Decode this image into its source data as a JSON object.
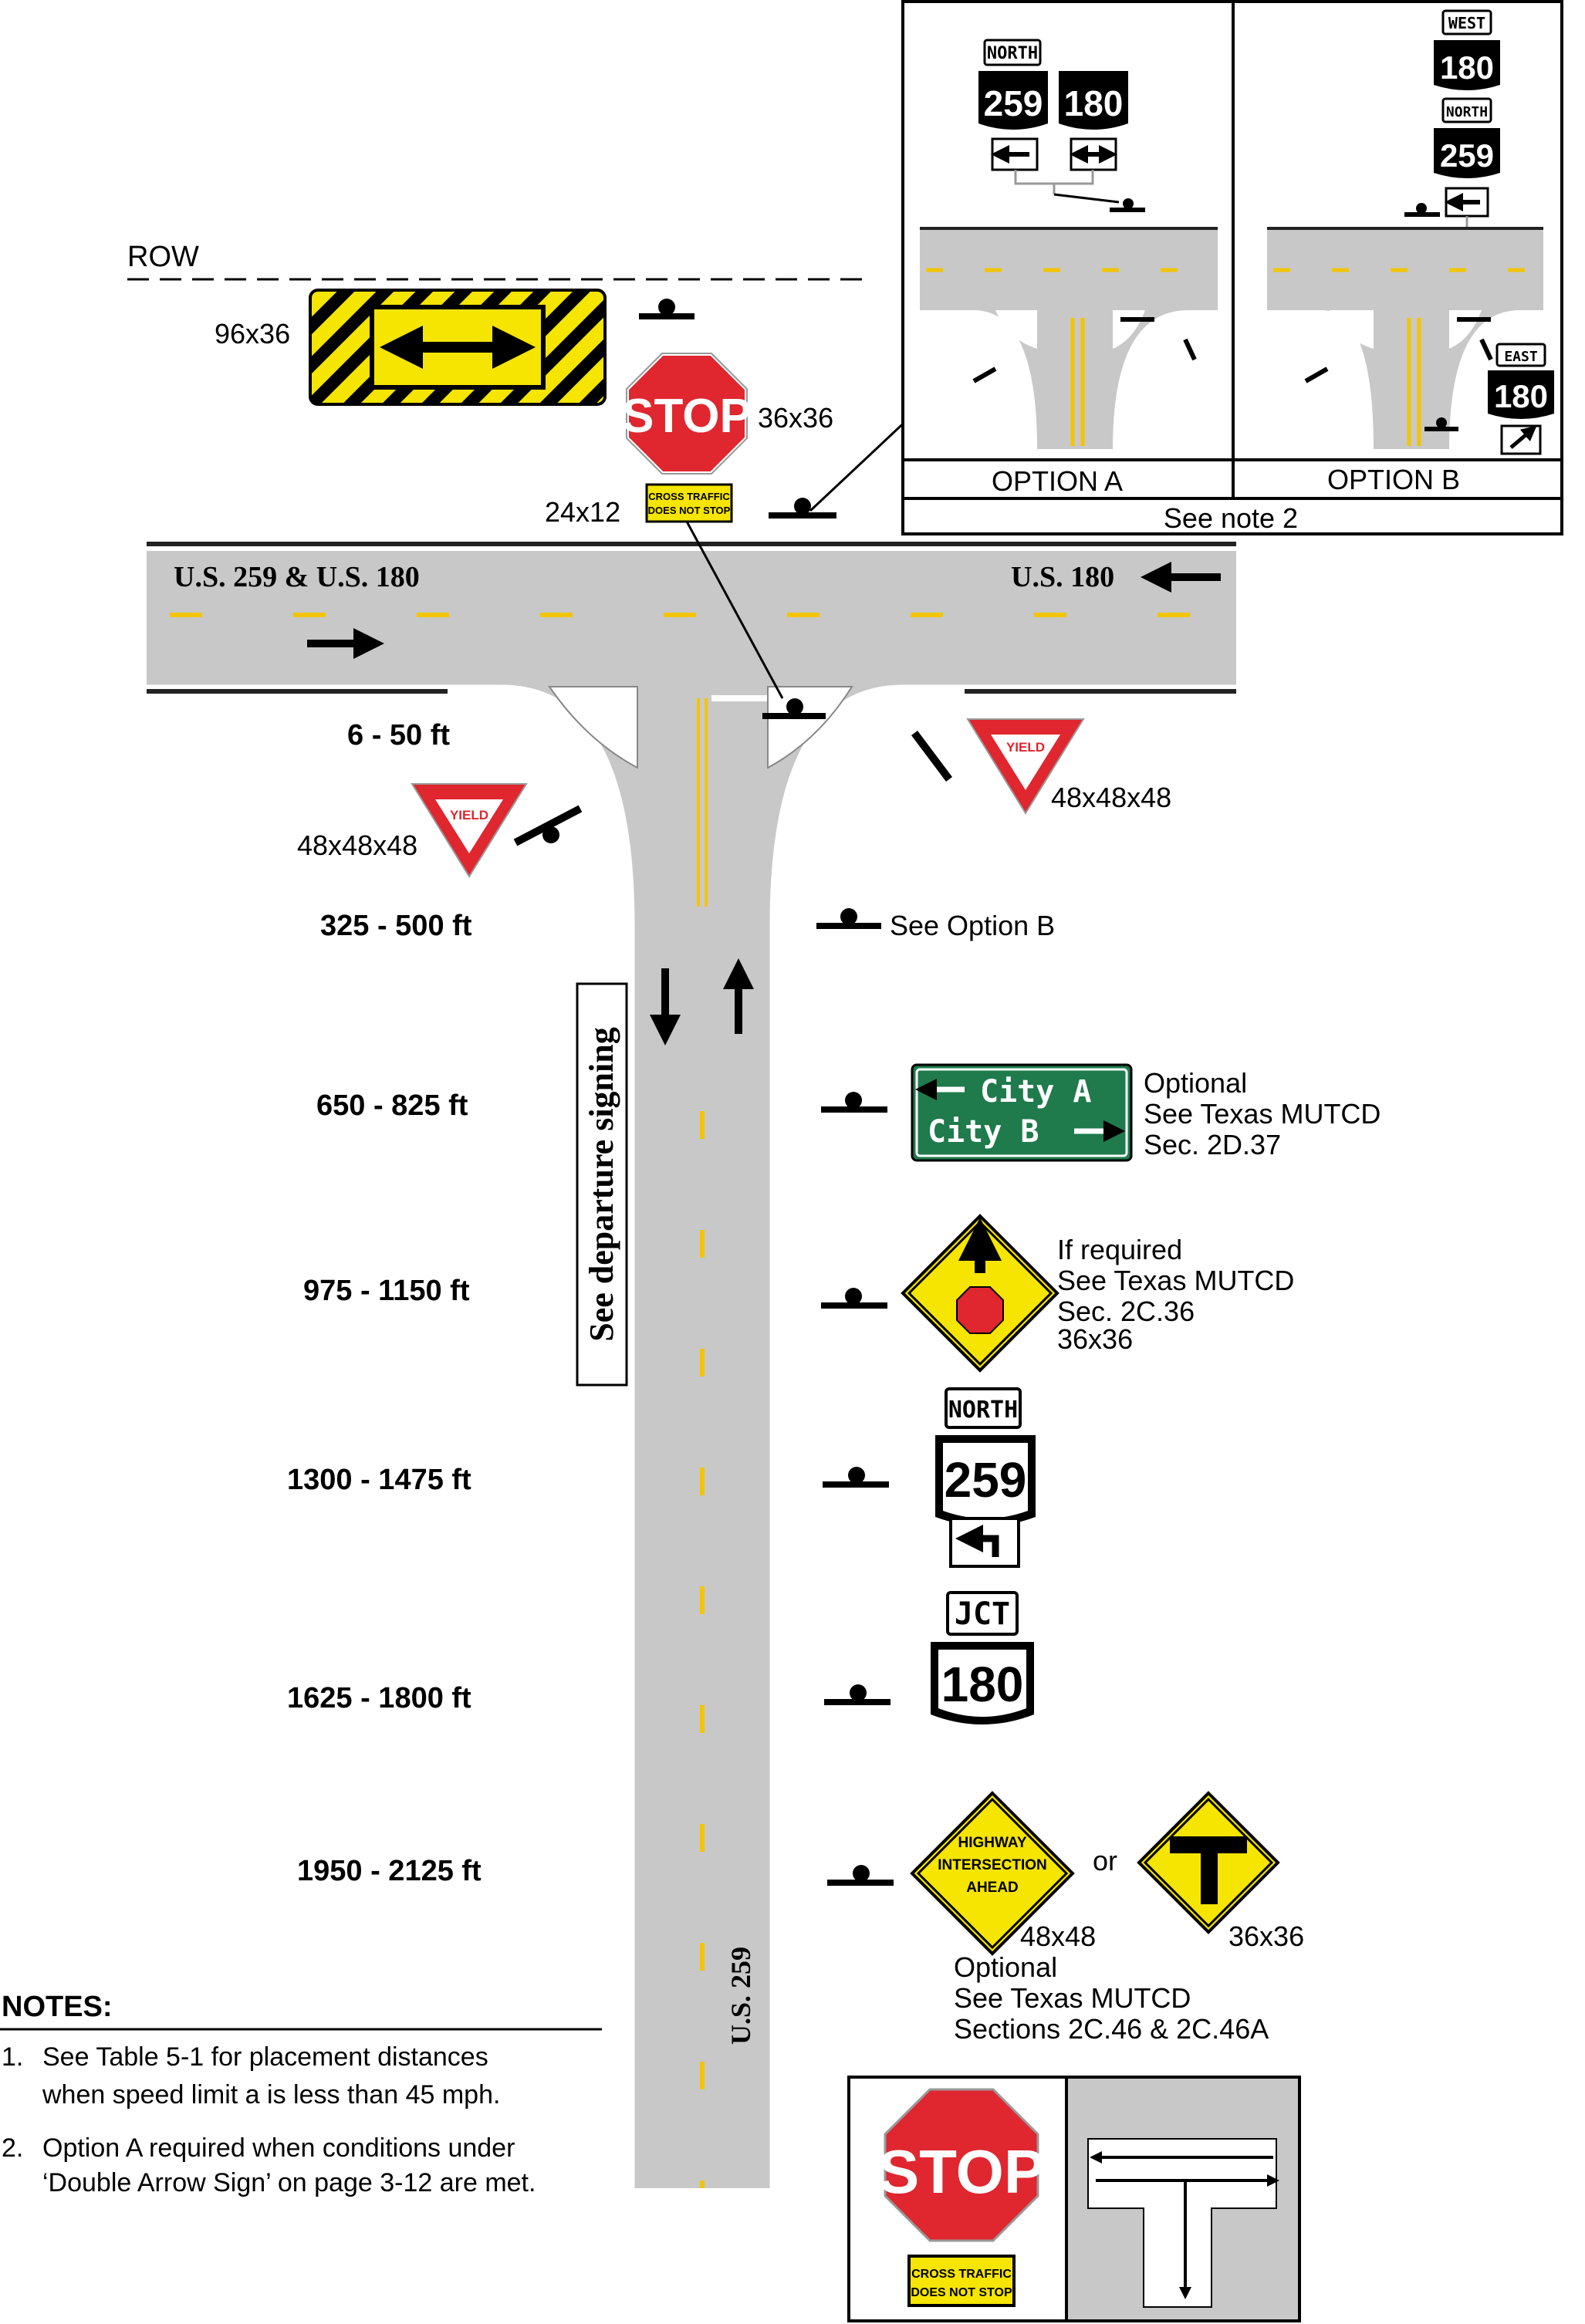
{
  "labels": {
    "row": "ROW",
    "road_main_left": "U.S. 259 & U.S. 180",
    "road_main_right": "U.S. 180",
    "road_vertical": "U.S. 259",
    "departure_signing": "See departure signing",
    "see_option_b": "See Option B",
    "see_note_2": "See note 2",
    "option_a": "OPTION A",
    "option_b": "OPTION B"
  },
  "sizes": {
    "chevron_board": "96x36",
    "stop": "36x36",
    "cross_plaque": "24x12",
    "yield_left": "48x48x48",
    "yield_right": "48x48x48",
    "highway_intersection": "48x48",
    "t_sign": "36x36"
  },
  "distances": [
    "6 - 50 ft",
    "325 - 500 ft",
    "650 - 825 ft",
    "975 - 1150 ft",
    "1300 - 1475 ft",
    "1625 - 1800 ft",
    "1950 - 2125 ft"
  ],
  "signs": {
    "stop": "STOP",
    "yield": "YIELD",
    "cross_traffic_1": "CROSS TRAFFIC",
    "cross_traffic_2": "DOES NOT STOP",
    "city_a": "City A",
    "city_b": "City B",
    "north": "NORTH",
    "west": "WEST",
    "east": "EAST",
    "jct": "JCT",
    "route_259": "259",
    "route_180": "180",
    "hwy_line1": "HIGHWAY",
    "hwy_line2": "INTERSECTION",
    "hwy_line3": "AHEAD",
    "or": "or"
  },
  "notes_guide": [
    "Optional",
    "See Texas MUTCD",
    "Sec. 2D.37"
  ],
  "notes_stop_ahead": [
    "If required",
    "See Texas MUTCD",
    "Sec. 2C.36",
    "36x36"
  ],
  "notes_warning": [
    "Optional",
    "See Texas MUTCD",
    "Sections 2C.46 & 2C.46A"
  ],
  "notes": {
    "title": "NOTES:",
    "n1_num": "1.",
    "n1_line1": "See Table 5-1 for placement distances",
    "n1_line2": "when speed limit a is less than 45 mph.",
    "n2_num": "2.",
    "n2_line1": "Option A required when conditions under",
    "n2_line2": "‘Double Arrow Sign’ on page 3-12 are met."
  },
  "colors": {
    "pavement": "#c8c8c8",
    "yellow_line": "#f2c500",
    "sign_red": "#e0262e",
    "sign_yellow": "#f5e500",
    "guide_green": "#1f7a4c"
  }
}
